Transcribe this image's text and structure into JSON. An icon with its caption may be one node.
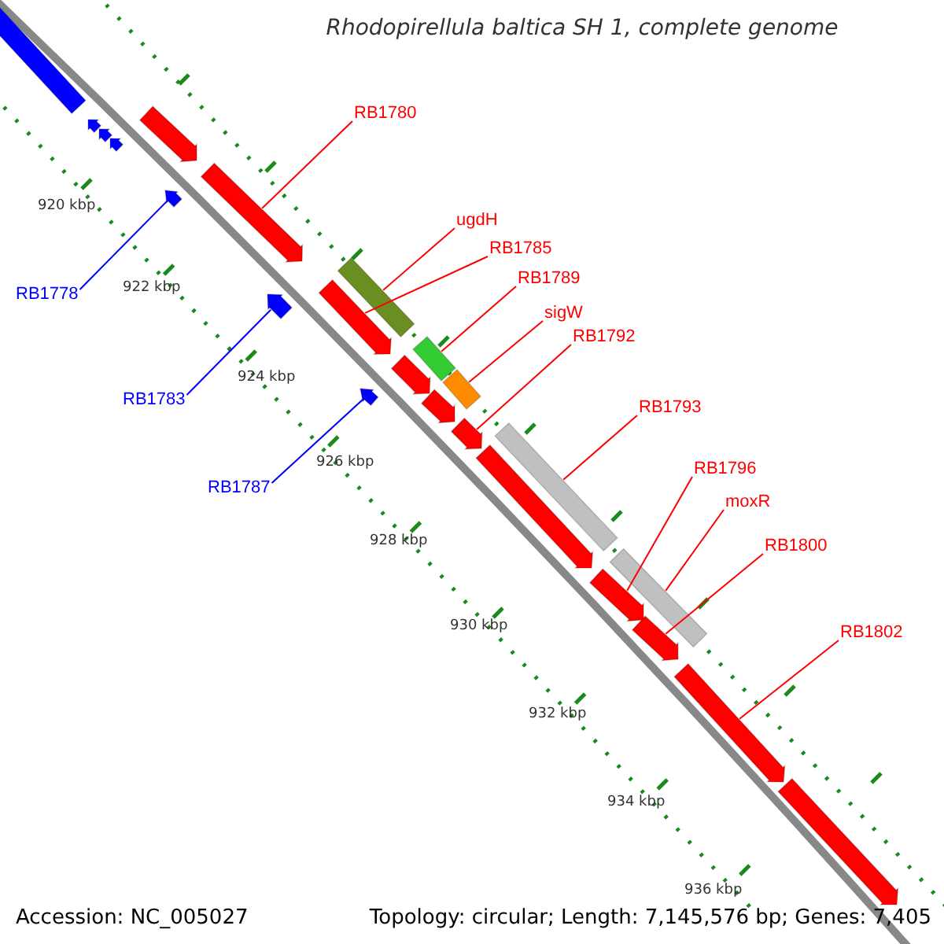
{
  "diagram": {
    "title": "Rhodopirellula baltica SH 1, complete genome",
    "nodes": [
      {
        "text": [
          "RB1780"
        ]
      },
      {
        "text": [
          "ugdH"
        ]
      },
      {
        "text": [
          "RB1785"
        ]
      },
      {
        "text": [
          "RB1789"
        ]
      },
      {
        "text": [
          "sigW"
        ]
      },
      {
        "text": [
          "RB1792"
        ]
      },
      {
        "text": [
          "RB1793"
        ]
      },
      {
        "text": [
          "RB1796"
        ]
      },
      {
        "text": [
          "moxR"
        ]
      },
      {
        "text": [
          "RB1800"
        ]
      },
      {
        "text": [
          "RB1802"
        ]
      },
      {
        "text": [
          "RB1778"
        ]
      },
      {
        "text": [
          "RB1783"
        ]
      },
      {
        "text": [
          "RB1787"
        ]
      },
      {
        "text": [],
        "shape": "bar"
      },
      {
        "text": [],
        "shape": "arrow"
      },
      {
        "text": [],
        "shape": "arrow"
      },
      {
        "text": [],
        "shape": "arrow"
      },
      {
        "text": [],
        "shape": "arrow"
      },
      {
        "text": [],
        "shape": "arrow"
      },
      {
        "text": [],
        "shape": "arrow"
      },
      {
        "text": [],
        "shape": "arrow"
      },
      {
        "text": [],
        "shape": "arrow"
      },
      {
        "text": [],
        "shape": "bar"
      },
      {
        "text": [],
        "shape": "arrow"
      },
      {
        "text": [],
        "shape": "arrow"
      },
      {
        "text": [],
        "shape": "bar"
      },
      {
        "text": [],
        "shape": "arrow"
      },
      {
        "text": [],
        "shape": "bar"
      },
      {
        "text": [],
        "shape": "arrow"
      },
      {
        "text": [],
        "shape": "arrow"
      },
      {
        "text": [],
        "shape": "bar"
      },
      {
        "text": [],
        "shape": "arrow"
      },
      {
        "text": [],
        "shape": "bar"
      },
      {
        "text": [],
        "shape": "arrow"
      },
      {
        "text": [],
        "shape": "arrow"
      },
      {
        "text": [],
        "shape": "arrow"
      }
    ],
    "edges": [
      {
        "from": 0,
        "to": 20,
        "arrow": "none"
      },
      {
        "from": 1,
        "to": 23,
        "arrow": "none"
      },
      {
        "from": 2,
        "to": 22,
        "arrow": "none"
      },
      {
        "from": 3,
        "to": 26,
        "arrow": "none"
      },
      {
        "from": 4,
        "to": 28,
        "arrow": "none"
      },
      {
        "from": 5,
        "to": 29,
        "arrow": "none"
      },
      {
        "from": 6,
        "to": 31,
        "arrow": "none"
      },
      {
        "from": 7,
        "to": 32,
        "arrow": "none"
      },
      {
        "from": 8,
        "to": 33,
        "arrow": "none"
      },
      {
        "from": 9,
        "to": 34,
        "arrow": "none"
      },
      {
        "from": 10,
        "to": 35,
        "arrow": "none"
      },
      {
        "from": 11,
        "to": 19,
        "arrow": "none",
        "color": "#0000ff"
      },
      {
        "from": 12,
        "to": 21,
        "arrow": "none",
        "color": "#0000ff"
      },
      {
        "from": 13,
        "to": 24,
        "arrow": "none",
        "color": "#0000ff"
      }
    ],
    "labels": [
      "920 kbp",
      "922 kbp",
      "924 kbp",
      "926 kbp",
      "928 kbp",
      "930 kbp",
      "932 kbp",
      "934 kbp",
      "936 kbp",
      "Accession: NC_005027",
      "Topology: circular; Length: 7,145,576 bp; Genes: 7,405"
    ]
  }
}
